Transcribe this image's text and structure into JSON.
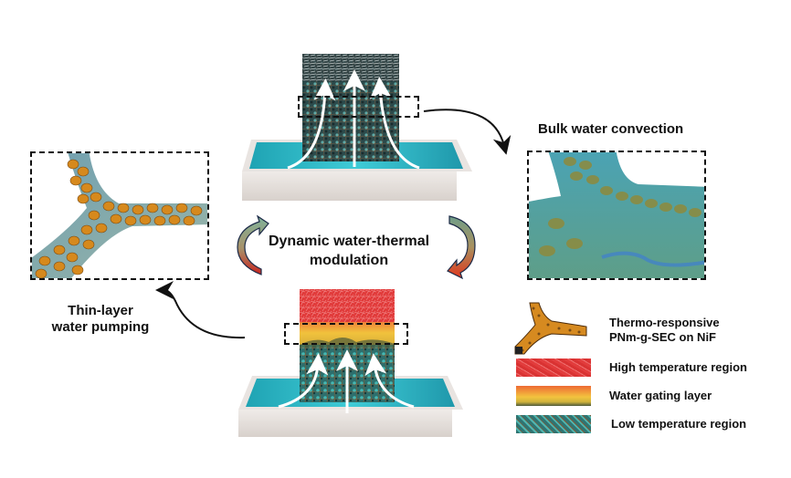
{
  "figure": {
    "center_label_line1": "Dynamic water-thermal",
    "center_label_line2": "modulation",
    "top_right_label": "Bulk water convection",
    "left_label_line1": "Thin-layer",
    "left_label_line2": "water pumping"
  },
  "panels": {
    "top_device": "Foam evaporator without thermal gating (uniform dark-teal foam in water tray)",
    "bottom_device": "Foam evaporator with red hot top, yellow gating layer, teal lower region",
    "left_inset": "Branched skeleton coated with orange thermo-responsive particles",
    "right_inset": "Branched skeleton submerged under bulk water film"
  },
  "legend": {
    "items": [
      {
        "label_line1": "Thermo-responsive",
        "label_line2": "PNm-g-SEC on NiF",
        "swatch": "branch-icon"
      },
      {
        "label_line1": "High temperature region",
        "swatch": "red-foam",
        "color": "#e0393b"
      },
      {
        "label_line1": "Water gating layer",
        "swatch": "yellow-foam",
        "color": "#e9b43a"
      },
      {
        "label_line1": "Low temperature region",
        "swatch": "teal-foam",
        "color": "#3a7f7c"
      }
    ]
  },
  "colors": {
    "foam_dark": "#2a3c3e",
    "foam_teal": "#2f7674",
    "water": "#2fb8c6",
    "tray": "#e6e0dc",
    "hot": "#e23a3a",
    "gate": "#f0b638",
    "particle": "#d98a1e",
    "arrow_green": "#7fa88f",
    "arrow_red": "#c8281e"
  }
}
